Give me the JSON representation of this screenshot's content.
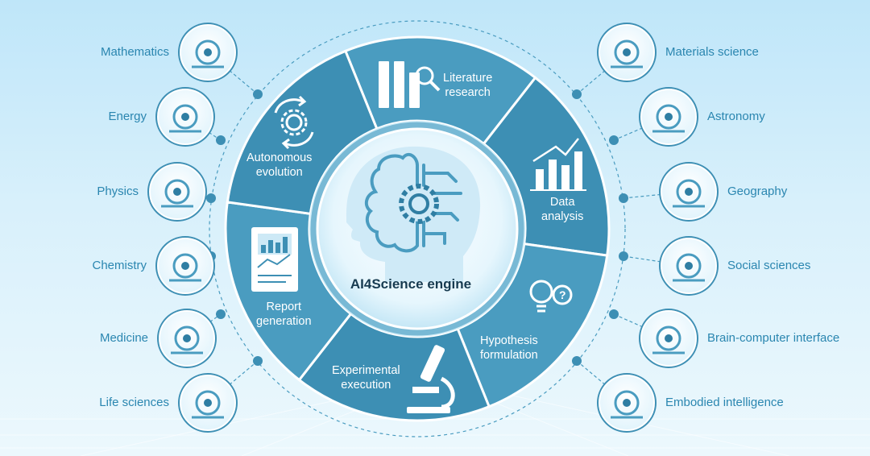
{
  "title": "AI4Science engine",
  "segments": [
    {
      "id": "literature",
      "label_lines": [
        "Literature",
        "research"
      ]
    },
    {
      "id": "data",
      "label_lines": [
        "Data",
        "analysis"
      ]
    },
    {
      "id": "hypothesis",
      "label_lines": [
        "Hypothesis",
        "formulation"
      ]
    },
    {
      "id": "experimental",
      "label_lines": [
        "Experimental",
        "execution"
      ]
    },
    {
      "id": "report",
      "label_lines": [
        "Report",
        "generation"
      ]
    },
    {
      "id": "autonomous",
      "label_lines": [
        "Autonomous",
        "evolution"
      ]
    }
  ],
  "left_domains": [
    {
      "label": "Mathematics",
      "icon": "compass-ruler-icon"
    },
    {
      "label": "Energy",
      "icon": "battery-icon"
    },
    {
      "label": "Physics",
      "icon": "atom-icon"
    },
    {
      "label": "Chemistry",
      "icon": "flask-icon"
    },
    {
      "label": "Medicine",
      "icon": "caduceus-icon"
    },
    {
      "label": "Life sciences",
      "icon": "dna-icon"
    }
  ],
  "right_domains": [
    {
      "label": "Materials science",
      "icon": "molecule-icon"
    },
    {
      "label": "Astronomy",
      "icon": "telescope-icon"
    },
    {
      "label": "Geography",
      "icon": "globe-icon"
    },
    {
      "label": "Social sciences",
      "icon": "network-icon"
    },
    {
      "label": "Brain-computer interface",
      "icon": "brain-chip-icon"
    },
    {
      "label": "Embodied intelligence",
      "icon": "robot-hand-icon"
    }
  ],
  "colors": {
    "ring": "#3d8fb4",
    "ring_dark": "#2f7ea3",
    "ring_light": "#4a9cc0",
    "accent": "#2a86b0",
    "label": "#2a86b0"
  }
}
